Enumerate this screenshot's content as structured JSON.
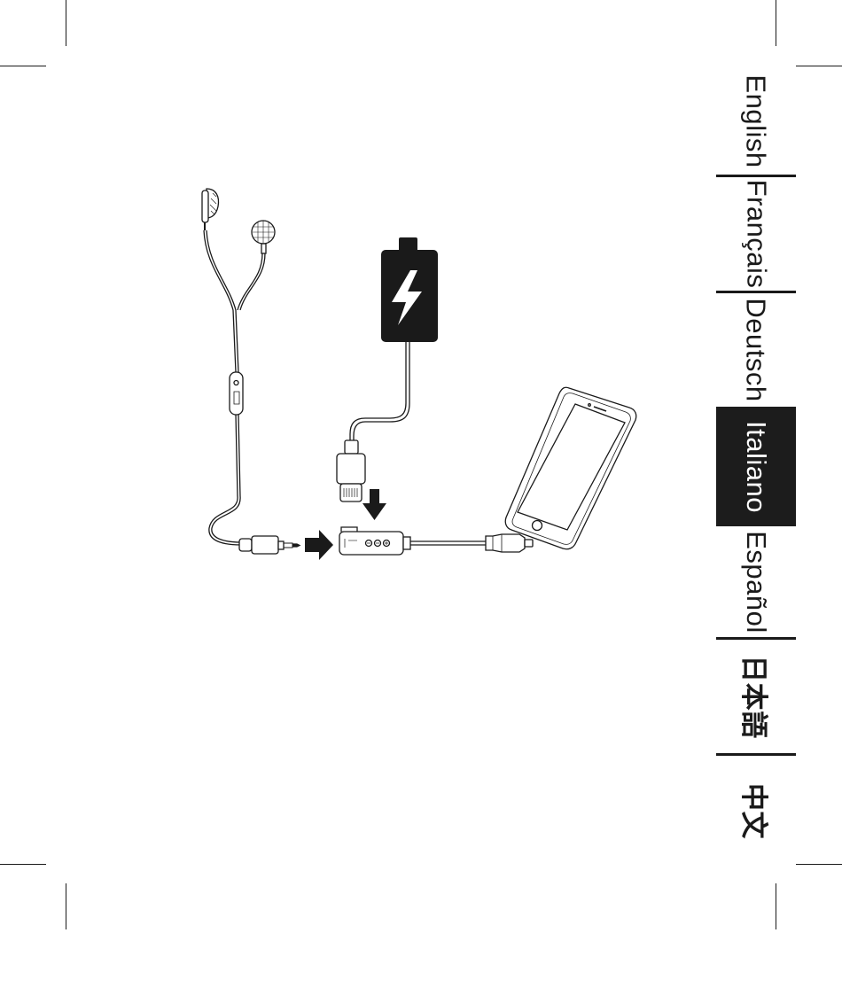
{
  "languages": [
    {
      "label": "English",
      "active": false
    },
    {
      "label": "Français",
      "active": false
    },
    {
      "label": "Deutsch",
      "active": false
    },
    {
      "label": "Italiano",
      "active": true
    },
    {
      "label": "Español",
      "active": false
    },
    {
      "label": "日本語",
      "active": false
    },
    {
      "label": "中文",
      "active": false
    }
  ],
  "colors": {
    "ink": "#1a1a1a",
    "active_tab_bg": "#1c1c1c",
    "active_tab_text": "#ffffff"
  },
  "icons": [
    "earphones-icon",
    "battery-charging-icon",
    "lightning-cable-icon",
    "adapter-icon",
    "smartphone-icon",
    "arrow-right-icon",
    "arrow-down-icon"
  ]
}
